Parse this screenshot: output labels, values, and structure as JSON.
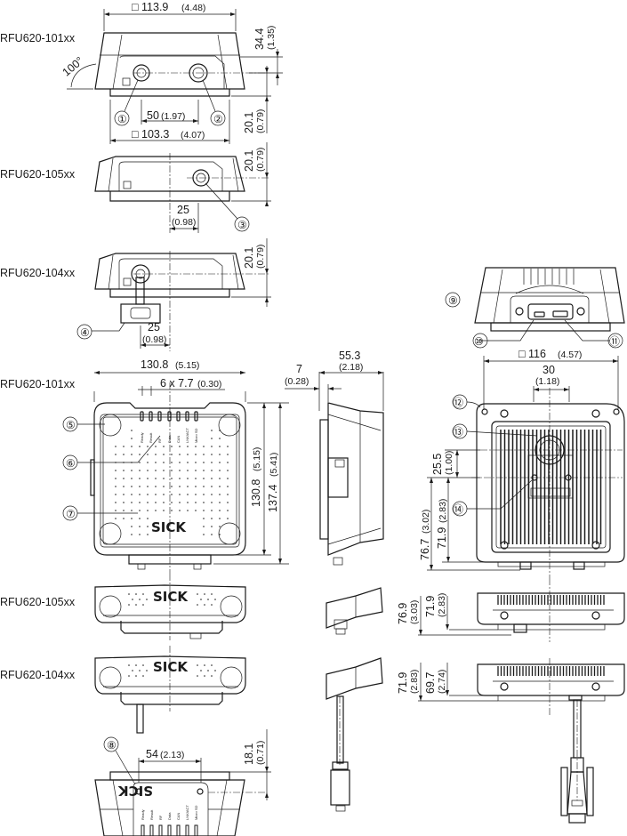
{
  "drawing": {
    "title": "RFU620 dimensional drawing",
    "models": {
      "m101": "RFU620-101xx",
      "m105": "RFU620-105xx",
      "m104": "RFU620-104xx"
    },
    "brand": "SICK",
    "dimensions": {
      "top_width": "□ 113.9",
      "top_width_in": "(4.48)",
      "height_34": "34.4",
      "height_34_in": "(1.35)",
      "angle": "100°",
      "conn_spacing": "50",
      "conn_spacing_in": "(1.97)",
      "base_width": "□ 103.3",
      "base_width_in": "(4.07)",
      "h20_a": "20.1",
      "h20_a_in": "(0.79)",
      "h20_b": "20.1",
      "h20_b_in": "(0.79)",
      "h20_c": "20.1",
      "h20_c_in": "(0.79)",
      "off25_a": "25",
      "off25_a_in": "(0.98)",
      "off25_b": "25",
      "off25_b_in": "(0.98)",
      "front_width": "130.8",
      "front_width_in": "(5.15)",
      "led_pitch": "6 x 7.7",
      "led_pitch_in": "(0.30)",
      "front_h1": "130.8",
      "front_h1_in": "(5.15)",
      "front_h2": "137.4",
      "front_h2_in": "(5.41)",
      "side_7": "7",
      "side_7_in": "(0.28)",
      "side_depth": "55.3",
      "side_depth_in": "(2.18)",
      "back_square": "□ 116",
      "back_square_in": "(4.57)",
      "back_30": "30",
      "back_30_in": "(1.18)",
      "back_25": "25.5",
      "back_25_in": "(1.00)",
      "back_767": "76.7",
      "back_767_in": "(3.02)",
      "back_719": "71.9",
      "back_719_in": "(2.83)",
      "r105_769": "76.9",
      "r105_769_in": "(3.03)",
      "r105_719": "71.9",
      "r105_719_in": "(2.83)",
      "r104_719": "71.9",
      "r104_719_in": "(2.83)",
      "r104_697": "69.7",
      "r104_697_in": "(2.74)",
      "bottom_54": "54",
      "bottom_54_in": "(2.13)",
      "bottom_181": "18.1",
      "bottom_181_in": "(0.71)"
    },
    "callouts": [
      "①",
      "②",
      "③",
      "④",
      "⑤",
      "⑥",
      "⑦",
      "⑧",
      "⑨",
      "⑩",
      "⑪",
      "⑫",
      "⑬",
      "⑭"
    ],
    "led_labels": [
      "Ready",
      "Result",
      "RF",
      "Data",
      "CAN",
      "LNK/ACT",
      "Micro SD"
    ]
  }
}
